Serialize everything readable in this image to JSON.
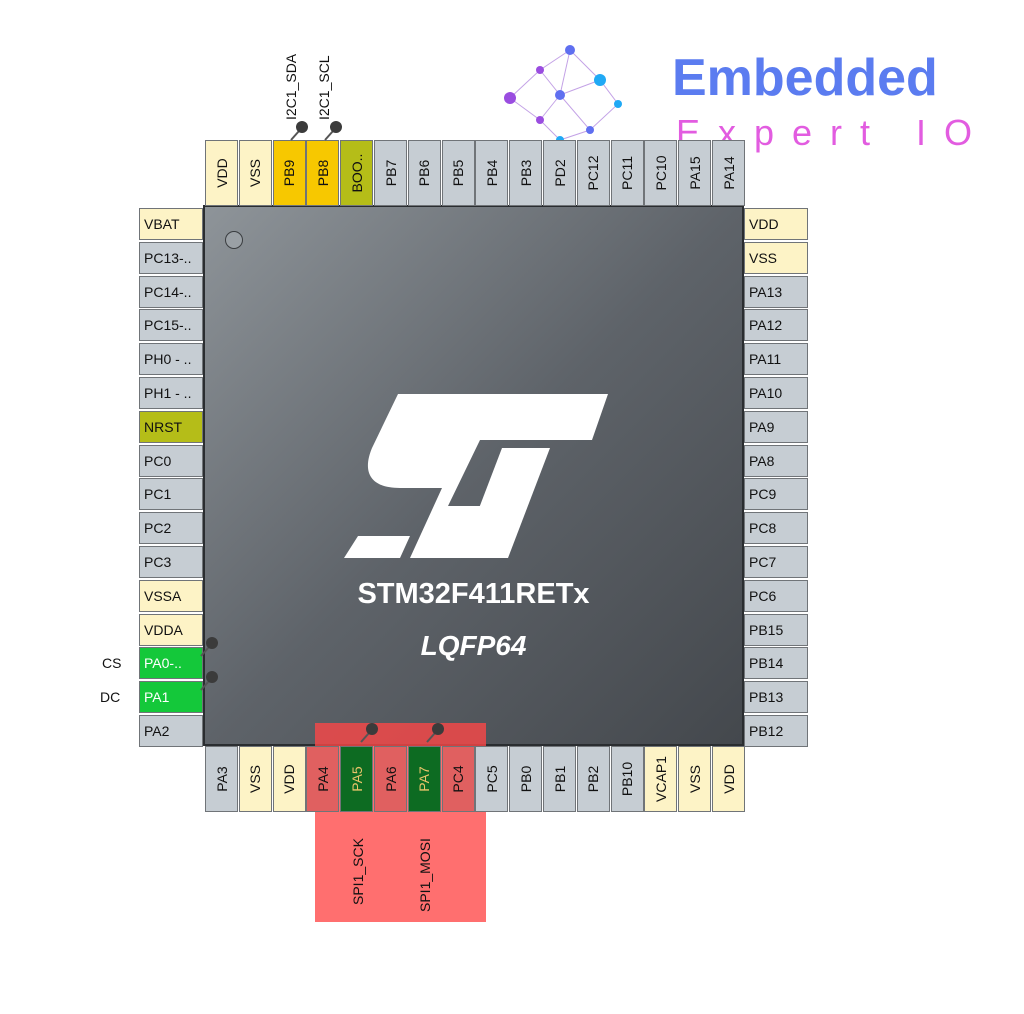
{
  "chip": {
    "name": "STM32F411RETx",
    "package": "LQFP64"
  },
  "logo": {
    "word": "Embedded",
    "sub": "Expert IO",
    "brand_blue": "#5b7cf0",
    "brand_pink": "#e25ce0"
  },
  "pins": {
    "top": [
      {
        "label": "VDD",
        "c": "c-power"
      },
      {
        "label": "VSS",
        "c": "c-power"
      },
      {
        "label": "PB9",
        "c": "c-yellow"
      },
      {
        "label": "PB8",
        "c": "c-yellow"
      },
      {
        "label": "BOO..",
        "c": "c-olive"
      },
      {
        "label": "PB7",
        "c": "c-gpio"
      },
      {
        "label": "PB6",
        "c": "c-gpio"
      },
      {
        "label": "PB5",
        "c": "c-gpio"
      },
      {
        "label": "PB4",
        "c": "c-gpio"
      },
      {
        "label": "PB3",
        "c": "c-gpio"
      },
      {
        "label": "PD2",
        "c": "c-gpio"
      },
      {
        "label": "PC12",
        "c": "c-gpio"
      },
      {
        "label": "PC11",
        "c": "c-gpio"
      },
      {
        "label": "PC10",
        "c": "c-gpio"
      },
      {
        "label": "PA15",
        "c": "c-gpio"
      },
      {
        "label": "PA14",
        "c": "c-gpio"
      }
    ],
    "left": [
      {
        "label": "VBAT",
        "c": "c-power"
      },
      {
        "label": "PC13-..",
        "c": "c-gpio"
      },
      {
        "label": "PC14-..",
        "c": "c-gpio"
      },
      {
        "label": "PC15-..",
        "c": "c-gpio"
      },
      {
        "label": "PH0 - ..",
        "c": "c-gpio"
      },
      {
        "label": "PH1 - ..",
        "c": "c-gpio"
      },
      {
        "label": "NRST",
        "c": "c-olive"
      },
      {
        "label": "PC0",
        "c": "c-gpio"
      },
      {
        "label": "PC1",
        "c": "c-gpio"
      },
      {
        "label": "PC2",
        "c": "c-gpio"
      },
      {
        "label": "PC3",
        "c": "c-gpio"
      },
      {
        "label": "VSSA",
        "c": "c-power"
      },
      {
        "label": "VDDA",
        "c": "c-power"
      },
      {
        "label": "PA0-..",
        "c": "c-green"
      },
      {
        "label": "PA1",
        "c": "c-green"
      },
      {
        "label": "PA2",
        "c": "c-gpio"
      }
    ],
    "right": [
      {
        "label": "VDD",
        "c": "c-power"
      },
      {
        "label": "VSS",
        "c": "c-power"
      },
      {
        "label": "PA13",
        "c": "c-gpio"
      },
      {
        "label": "PA12",
        "c": "c-gpio"
      },
      {
        "label": "PA11",
        "c": "c-gpio"
      },
      {
        "label": "PA10",
        "c": "c-gpio"
      },
      {
        "label": "PA9",
        "c": "c-gpio"
      },
      {
        "label": "PA8",
        "c": "c-gpio"
      },
      {
        "label": "PC9",
        "c": "c-gpio"
      },
      {
        "label": "PC8",
        "c": "c-gpio"
      },
      {
        "label": "PC7",
        "c": "c-gpio"
      },
      {
        "label": "PC6",
        "c": "c-gpio"
      },
      {
        "label": "PB15",
        "c": "c-gpio"
      },
      {
        "label": "PB14",
        "c": "c-gpio"
      },
      {
        "label": "PB13",
        "c": "c-gpio"
      },
      {
        "label": "PB12",
        "c": "c-gpio"
      }
    ],
    "bottom": [
      {
        "label": "PA3",
        "c": "c-gpio"
      },
      {
        "label": "VSS",
        "c": "c-power"
      },
      {
        "label": "VDD",
        "c": "c-power"
      },
      {
        "label": "PA4",
        "c": "c-red"
      },
      {
        "label": "PA5",
        "c": "c-dgreen"
      },
      {
        "label": "PA6",
        "c": "c-red"
      },
      {
        "label": "PA7",
        "c": "c-dgreen"
      },
      {
        "label": "PC4",
        "c": "c-red"
      },
      {
        "label": "PC5",
        "c": "c-gpio"
      },
      {
        "label": "PB0",
        "c": "c-gpio"
      },
      {
        "label": "PB1",
        "c": "c-gpio"
      },
      {
        "label": "PB2",
        "c": "c-gpio"
      },
      {
        "label": "PB10",
        "c": "c-gpio"
      },
      {
        "label": "VCAP1",
        "c": "c-power"
      },
      {
        "label": "VSS",
        "c": "c-power"
      },
      {
        "label": "VDD",
        "c": "c-power"
      }
    ]
  },
  "signals": {
    "i2c_sda": "I2C1_SDA",
    "i2c_scl": "I2C1_SCL",
    "cs": "CS",
    "dc": "DC",
    "spi_sck": "SPI1_SCK",
    "spi_mosi": "SPI1_MOSI"
  }
}
